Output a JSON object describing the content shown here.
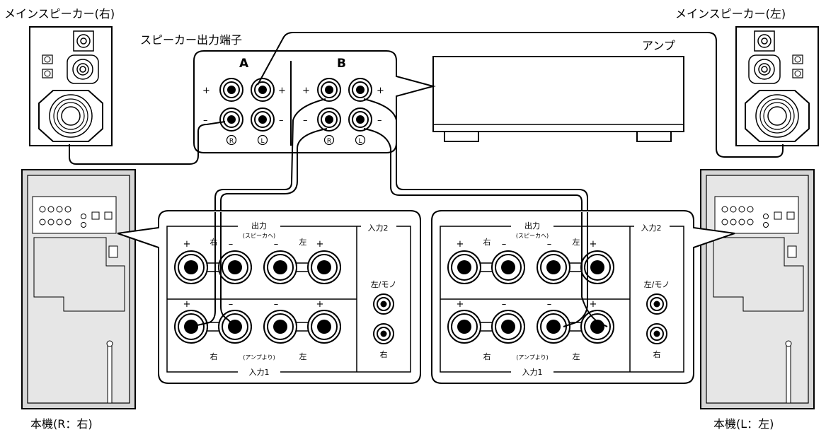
{
  "labels": {
    "speaker_right": "メインスピーカー(右)",
    "speaker_left": "メインスピーカー(左)",
    "terminal_title": "スピーカー出力端子",
    "amp": "アンプ",
    "bank_a": "A",
    "bank_b": "B",
    "unit_right": "本機(R：右)",
    "unit_left": "本機(L：左)"
  },
  "amp_terminals": {
    "plus": "+",
    "minus": "–",
    "r_mark": "R",
    "l_mark": "L"
  },
  "panel": {
    "output": "出力",
    "output_sub": "(スピーカへ)",
    "input1": "入力1",
    "input1_sub": "(アンプより)",
    "input2": "入力2",
    "right": "右",
    "left": "左",
    "left_mono": "左/モノ",
    "plus": "+",
    "minus": "–"
  },
  "colors": {
    "line": "#000000",
    "cabinet_fill": "#d6d6d6",
    "cabinet_inner": "#e6e6e6",
    "white": "#ffffff"
  }
}
